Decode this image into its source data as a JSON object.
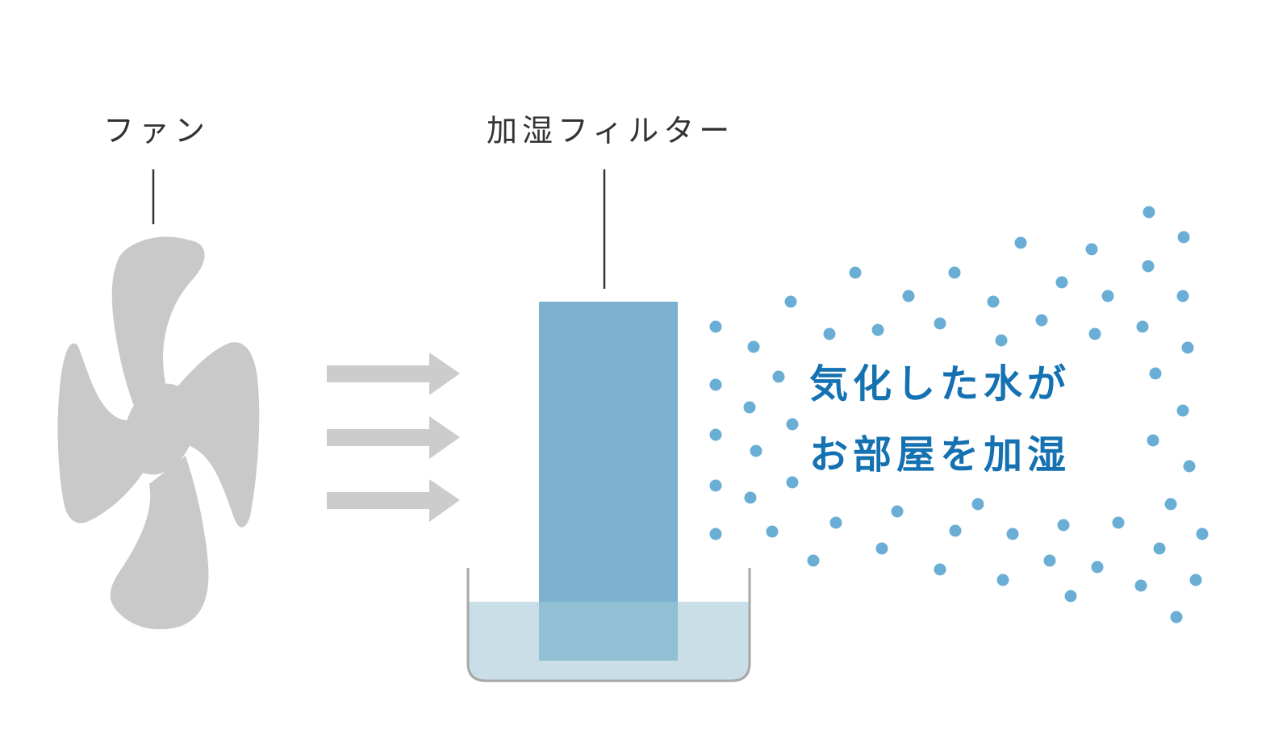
{
  "labels": {
    "fan": "ファン",
    "filter": "加湿フィルター"
  },
  "message": {
    "line1": "気化した水が",
    "line2": "お部屋を加湿"
  },
  "icons": [
    "fan-icon",
    "airflow-arrow-icon",
    "water-tray-icon",
    "humidifier-filter-icon",
    "water-droplet-icon"
  ],
  "colors": {
    "fan": "#c9c9c9",
    "arrow": "#cccccc",
    "filter": "#78afcd",
    "water": "#c9dee6",
    "tray_outline": "#a8a8a8",
    "leader_line": "#333333",
    "droplet": "#6aaed6",
    "message_text": "#1471b2",
    "label_text": "#333333"
  }
}
